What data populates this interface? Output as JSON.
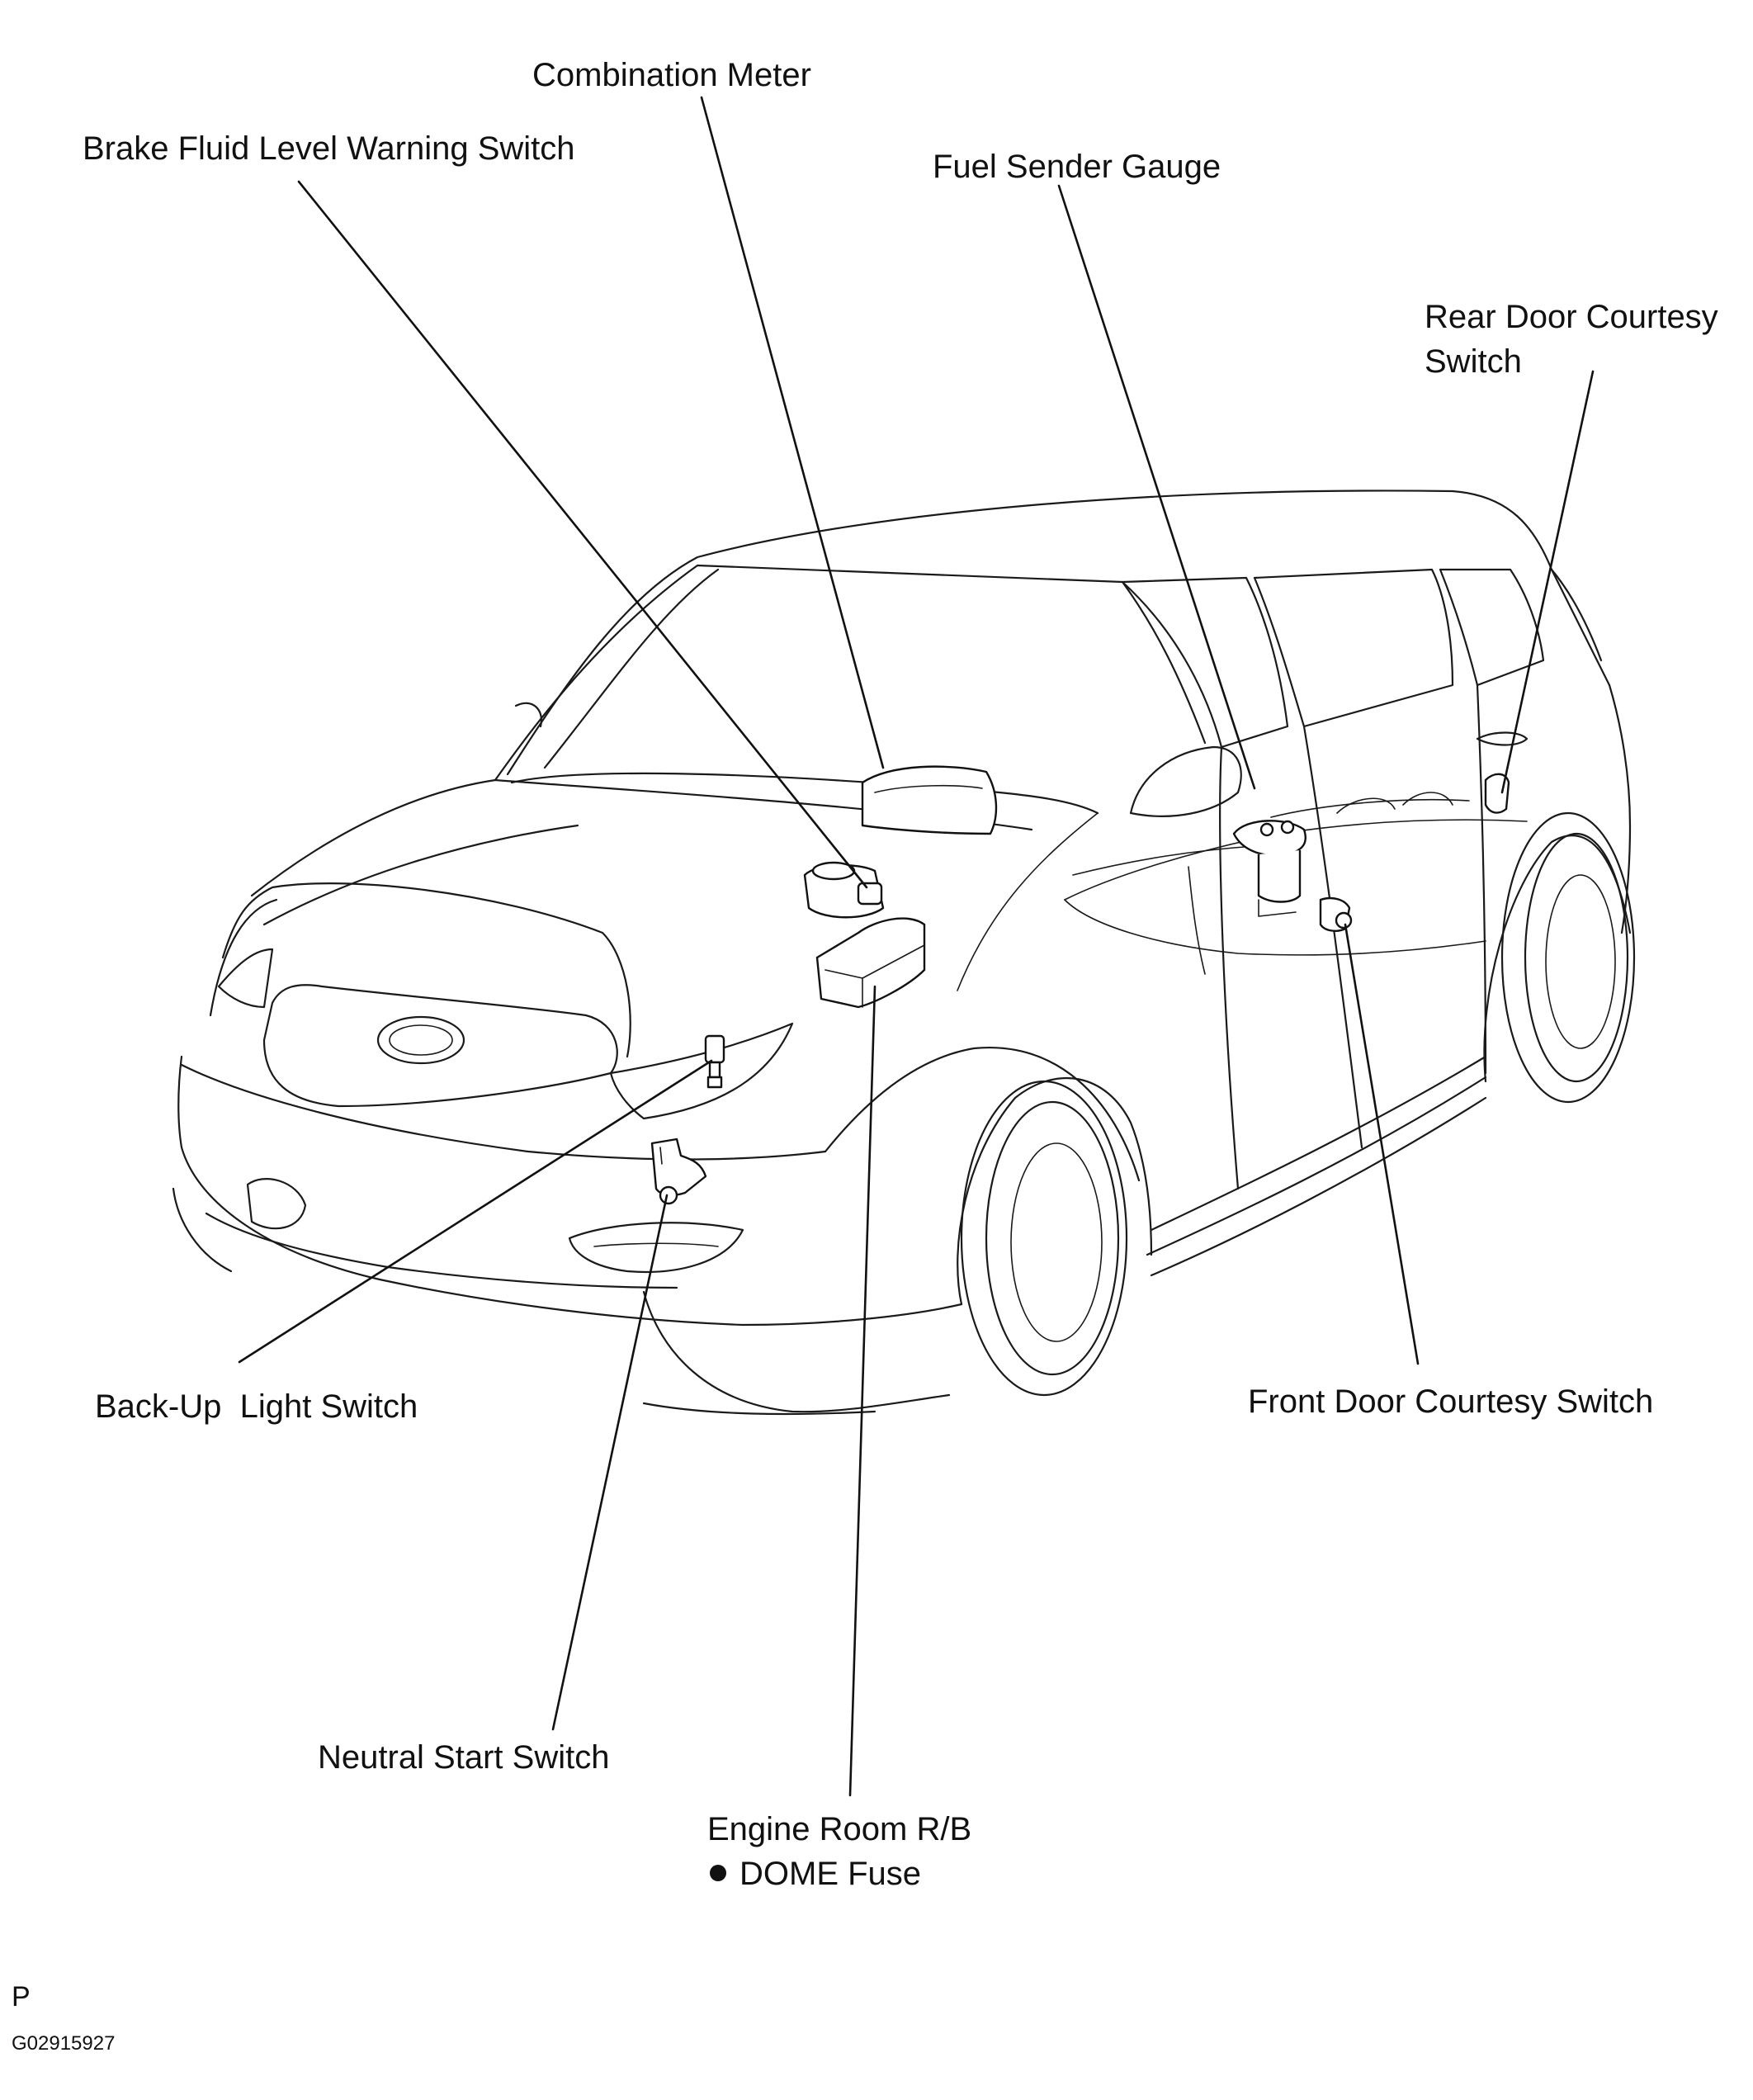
{
  "labels": {
    "combination_meter": "Combination Meter",
    "brake_fluid": "Brake Fluid Level Warning Switch",
    "fuel_sender": "Fuel Sender Gauge",
    "rear_door_1": "Rear Door Courtesy",
    "rear_door_2": "Switch",
    "back_up": "Back-Up  Light Switch",
    "front_door": "Front Door Courtesy Switch",
    "neutral_start": "Neutral Start Switch",
    "engine_room": "Engine Room R/B",
    "dome_fuse": "DOME Fuse"
  },
  "footer": {
    "letter": "P",
    "code": "G02915927"
  }
}
